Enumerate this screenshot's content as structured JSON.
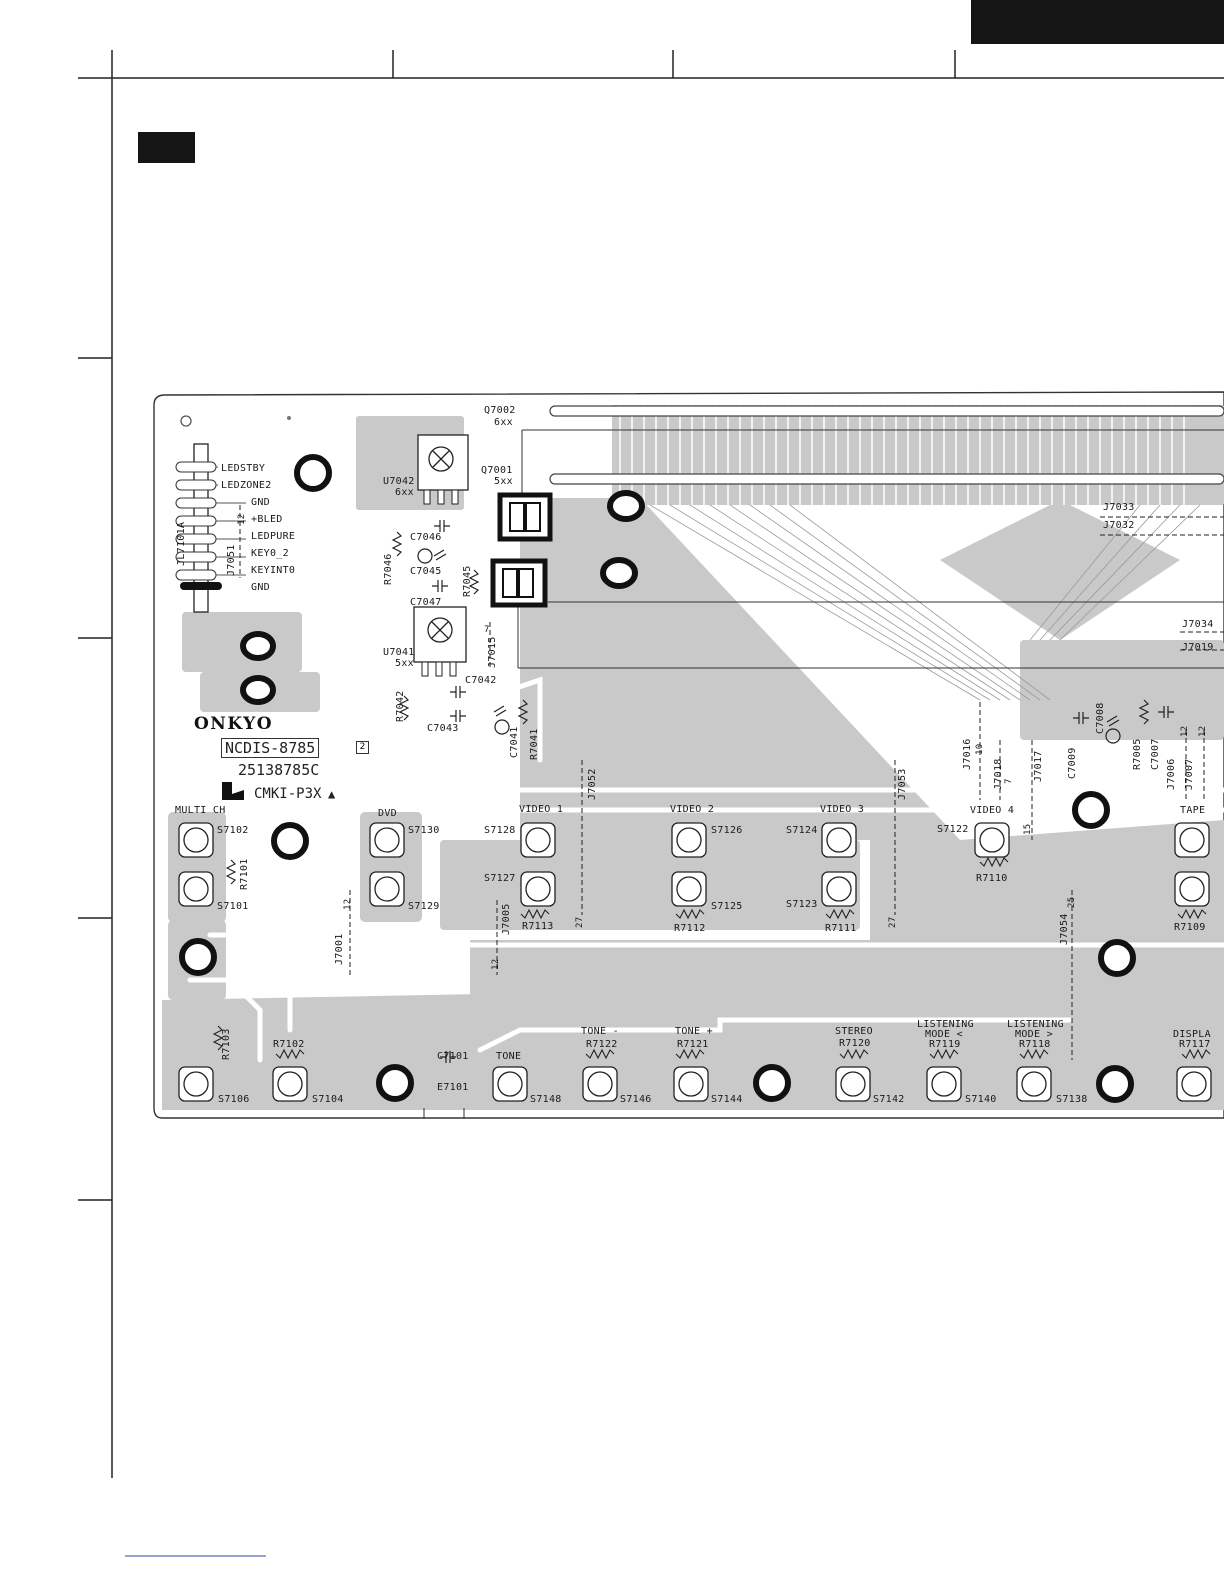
{
  "pcb": {
    "brand": "ONKYO",
    "board_name": "NCDIS-8785",
    "board_rev": "2",
    "part_number": "25138785C",
    "ul_mark": "CMKI-P3X",
    "ul_symbol": "▲",
    "connector": {
      "ref": "JL7101A",
      "jumper": "J7051",
      "jumper_len": "12",
      "pins": [
        "LEDSTBY",
        "LEDZONE2",
        "GND",
        "+BLED",
        "LEDPURE",
        "KEY0_2",
        "KEYINT0",
        "GND"
      ]
    },
    "components": {
      "q7002": "Q7002",
      "q7002_val": "6xx",
      "q7001": "Q7001",
      "q7001_val": "5xx",
      "u7042": "U7042",
      "u7042_val": "6xx",
      "u7041": "U7041",
      "u7041_val": "5xx",
      "c7046": "C7046",
      "c7045": "C7045",
      "c7047": "C7047",
      "c7042": "C7042",
      "c7043": "C7043",
      "c7041": "C7041",
      "r7046": "R7046",
      "r7045": "R7045",
      "r7042": "R7042",
      "r7041": "R7041",
      "j7015": "J7015",
      "j7015_len": "7",
      "j7033": "J7033",
      "j7032": "J7032",
      "j7034": "J7034",
      "j7019": "J7019",
      "j7016": "J7016",
      "j7016_len": "10",
      "j7018": "J7018",
      "j7018_len": "7",
      "j7017": "J7017",
      "j7054": "J7054",
      "j7054_len": "25",
      "j7052": "J7052",
      "j7053": "J7053",
      "j7001": "J7001",
      "j7001_len": "12",
      "j7005": "J7005",
      "j7005_len": "12",
      "len_27a": "27",
      "len_27b": "27",
      "len_15": "15",
      "c7009": "C7009",
      "c7008": "C7008",
      "r7005": "R7005",
      "c7007": "C7007",
      "j7006": "J7006",
      "j7006_len": "12",
      "j7007": "J7007",
      "j7007_len": "12",
      "c7101": "C7101",
      "e7101": "E7101"
    },
    "buttons_top": [
      {
        "label": "MULTI CH",
        "switches": [
          "S7102",
          "S7101"
        ],
        "resistor": "R7101"
      },
      {
        "label": "DVD",
        "switches": [
          "S7130",
          "S7129"
        ]
      },
      {
        "label": "VIDEO 1",
        "switches": [
          "S7128",
          "S7127"
        ],
        "resistor": "R7113"
      },
      {
        "label": "VIDEO 2",
        "switches": [
          "S7126",
          "S7125"
        ],
        "resistor": "R7112"
      },
      {
        "label": "VIDEO 3",
        "switches": [
          "S7124",
          "S7123"
        ],
        "resistor": "R7111"
      },
      {
        "label": "VIDEO 4",
        "switches": [
          "S7122"
        ],
        "resistor": "R7110"
      },
      {
        "label": "TAPE",
        "switches": [],
        "resistor": "R7109"
      }
    ],
    "buttons_bottom": [
      {
        "switch": "S7106",
        "resistor": "R7103"
      },
      {
        "switch": "S7104",
        "resistor": "R7102"
      },
      {
        "label": "TONE",
        "switch": "S7148"
      },
      {
        "label": "TONE -",
        "switch": "S7146",
        "resistor": "R7122"
      },
      {
        "label": "TONE +",
        "switch": "S7144",
        "resistor": "R7121"
      },
      {
        "label": "STEREO",
        "switch": "S7142",
        "resistor": "R7120"
      },
      {
        "label": "LISTENING\nMODE <",
        "label1": "LISTENING",
        "label2": "MODE <",
        "switch": "S7140",
        "resistor": "R7119"
      },
      {
        "label1": "LISTENING",
        "label2": "MODE >",
        "switch": "S7138",
        "resistor": "R7118"
      },
      {
        "label": "DISPLA",
        "resistor": "R7117"
      }
    ]
  }
}
